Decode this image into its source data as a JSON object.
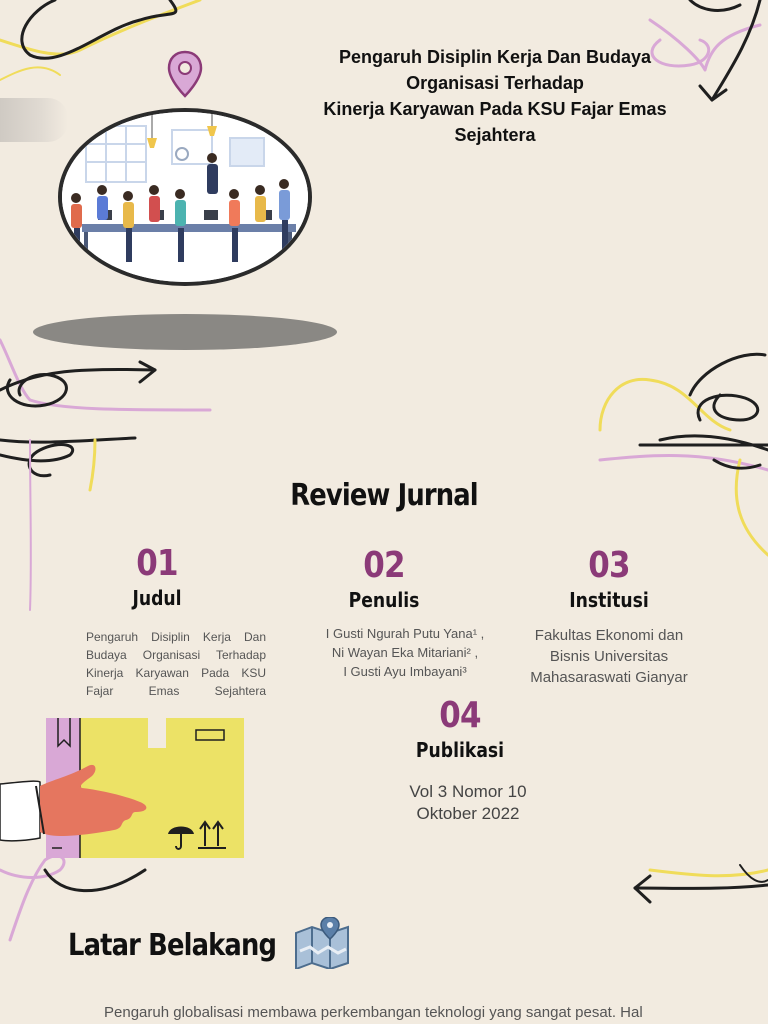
{
  "paper": {
    "title_lines": [
      "Pengaruh Disiplin Kerja Dan Budaya",
      "Organisasi Terhadap",
      "Kinerja Karyawan Pada KSU Fajar Emas",
      "Sejahtera"
    ]
  },
  "review": {
    "heading": "Review Jurnal",
    "items": [
      {
        "number": "01",
        "label": "Judul",
        "text": "Pengaruh Disiplin Kerja Dan Budaya Organisasi Terhadap Kinerja Karyawan Pada KSU Fajar Emas Sejahtera"
      },
      {
        "number": "02",
        "label": "Penulis",
        "lines": [
          "I Gusti Ngurah Putu Yana¹ ,",
          "Ni Wayan Eka Mitariani² ,",
          "I Gusti Ayu Imbayani³"
        ]
      },
      {
        "number": "03",
        "label": "Institusi",
        "lines": [
          "Fakultas Ekonomi dan",
          "Bisnis Universitas",
          "Mahasaraswati Gianyar"
        ]
      },
      {
        "number": "04",
        "label": "Publikasi",
        "lines": [
          "Vol 3 Nomor 10",
          "Oktober 2022"
        ]
      }
    ]
  },
  "background": {
    "heading": "Latar Belakang",
    "text": "Pengaruh globalisasi membawa perkembangan teknologi yang sangat pesat. Hal"
  },
  "icons": [
    "location-pin-icon",
    "map-icon",
    "umbrella-icon",
    "this-way-up-icon",
    "arrow-icon"
  ],
  "colors": {
    "background": "#f2ebe0",
    "accent_purple": "#8b3a78",
    "doodle_lilac": "#d9a8d6",
    "doodle_yellow": "#f0dc5a",
    "box_yellow": "#ece266",
    "hand": "#e5765f"
  }
}
